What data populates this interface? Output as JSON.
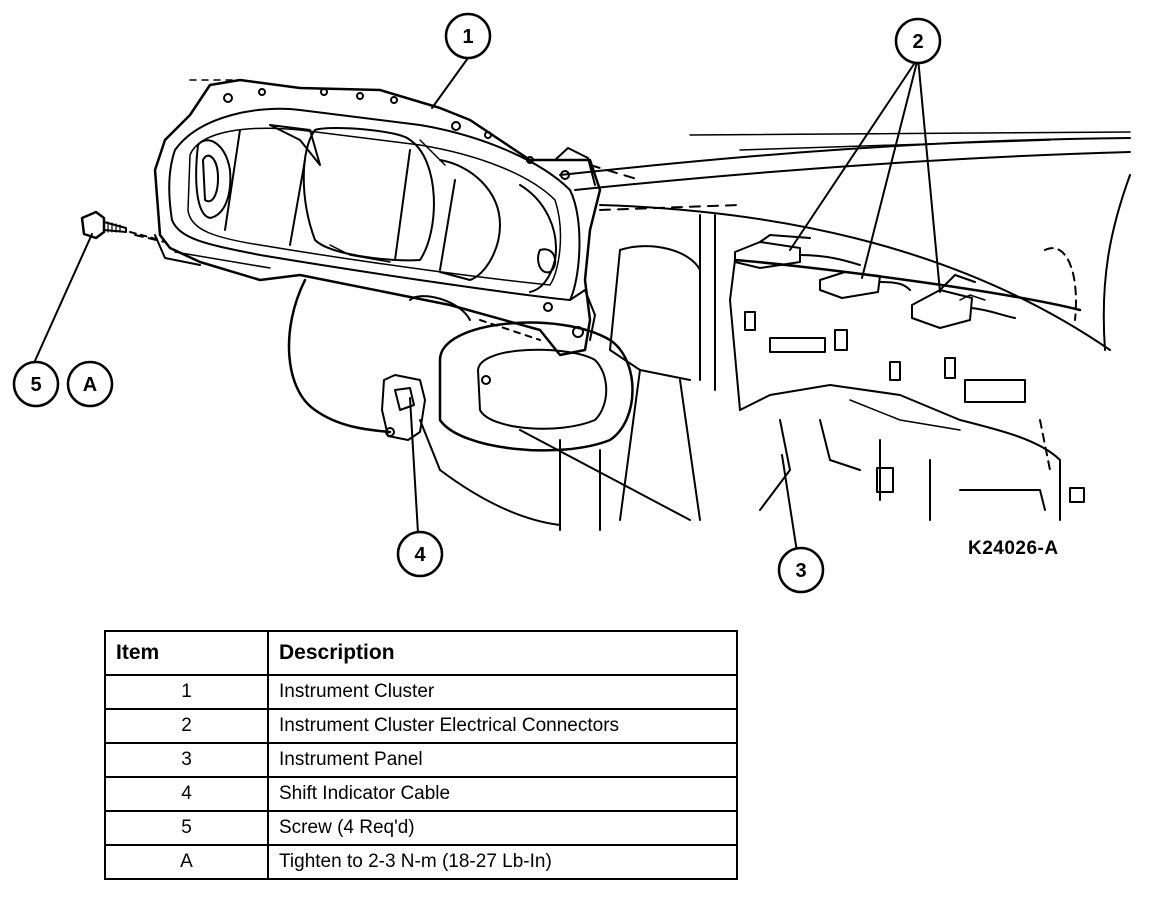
{
  "figure_code": "K24026-A",
  "callouts": [
    "1",
    "2",
    "3",
    "4",
    "5",
    "A"
  ],
  "table": {
    "headers": [
      "Item",
      "Description"
    ],
    "rows": [
      {
        "item": "1",
        "description": "Instrument Cluster"
      },
      {
        "item": "2",
        "description": "Instrument Cluster Electrical Connectors"
      },
      {
        "item": "3",
        "description": "Instrument Panel"
      },
      {
        "item": "4",
        "description": "Shift Indicator Cable"
      },
      {
        "item": "5",
        "description": "Screw (4 Req'd)"
      },
      {
        "item": "A",
        "description": "Tighten to 2-3 N-m (18-27 Lb-In)"
      }
    ]
  }
}
